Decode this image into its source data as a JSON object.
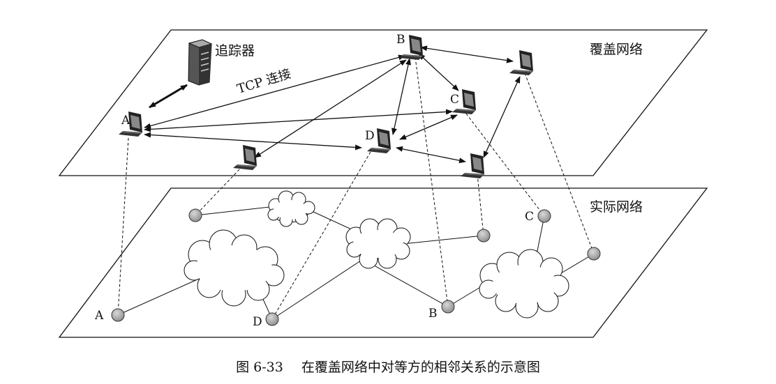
{
  "overlay_label": "覆盖网络",
  "physical_label": "实际网络",
  "tracker_label": "追踪器",
  "tcp_label": "TCP 连接",
  "peer_labels": {
    "A": "A",
    "B": "B",
    "C": "C",
    "D": "D"
  },
  "router_labels": {
    "A": "A",
    "B": "B",
    "C": "C",
    "D": "D"
  },
  "caption": {
    "number": "图 6-33",
    "text": "在覆盖网络中对等方的相邻关系的示意图"
  }
}
